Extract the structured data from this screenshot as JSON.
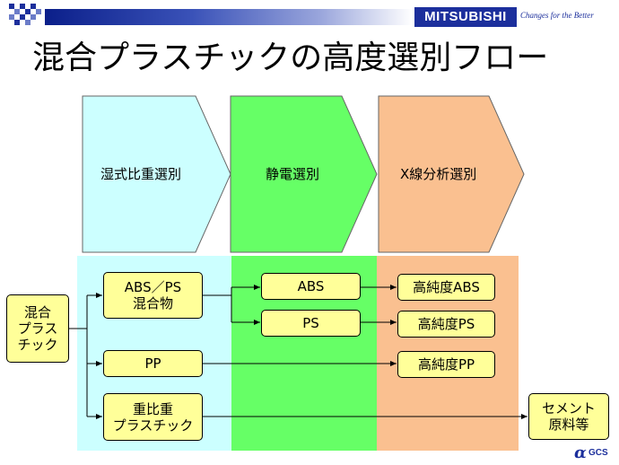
{
  "header": {
    "brand": "MITSUBISHI",
    "tagline": "Changes for the Better"
  },
  "title": "混合プラスチックの高度選別フロー",
  "stages": [
    {
      "label": "湿式比重選別",
      "color": "#ccffff"
    },
    {
      "label": "静電選別",
      "color": "#66ff66"
    },
    {
      "label": "X線分析選別",
      "color": "#fac090"
    }
  ],
  "nodes": {
    "input": "混合\nプラス\nチック",
    "abs_ps_mix": "ABS／PS\n混合物",
    "pp": "PP",
    "heavy": "重比重\nプラスチック",
    "abs": "ABS",
    "ps": "PS",
    "hp_abs": "高純度ABS",
    "hp_ps": "高純度PS",
    "hp_pp": "高純度PP",
    "cement": "セメント\n原料等"
  },
  "footer": {
    "logo_text": "GCS"
  },
  "colors": {
    "node_fill": "#ffff99",
    "brand_blue": "#1c2f9c"
  }
}
